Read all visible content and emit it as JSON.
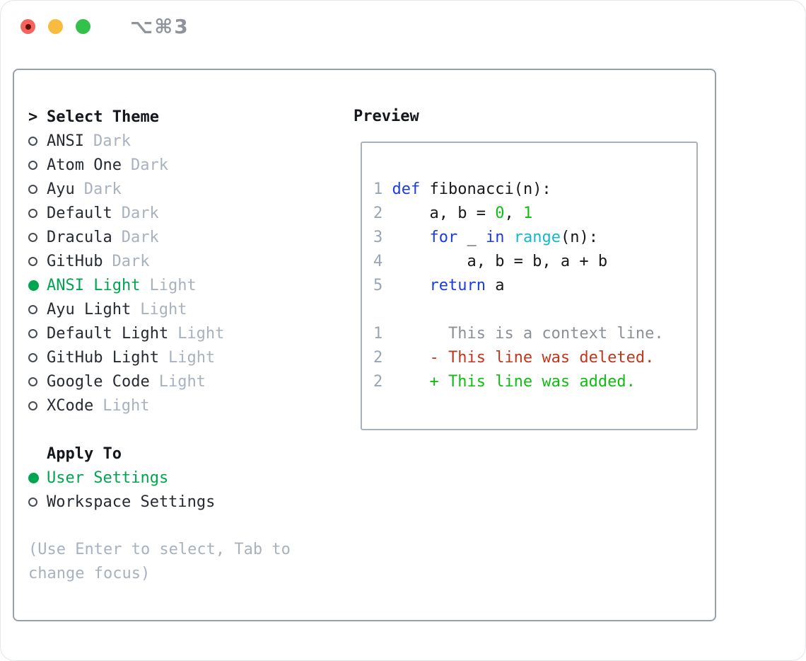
{
  "titlebar": {
    "shortcut": "⌥⌘3"
  },
  "palette": {
    "accent": "#00a550",
    "code-blue": "#1d3cdc",
    "code-cyan": "#15b8ce",
    "code-green": "#0fbe10",
    "code-red": "#c4361c",
    "gutter": "#9aa5b3",
    "context": "#8a9096",
    "muted": "#a8b2bf",
    "ink": "#16181c",
    "panel-border": "#97a1ac",
    "box-border": "#a9b0ba",
    "traffic-red": "#f4645c",
    "traffic-yellow": "#f7bc3f",
    "traffic-green": "#33c14b"
  },
  "theme_picker": {
    "prompt": ">",
    "title": "Select Theme",
    "items": [
      {
        "name": "ANSI",
        "variant": "Dark",
        "selected": false
      },
      {
        "name": "Atom One",
        "variant": "Dark",
        "selected": false
      },
      {
        "name": "Ayu",
        "variant": "Dark",
        "selected": false
      },
      {
        "name": "Default",
        "variant": "Dark",
        "selected": false
      },
      {
        "name": "Dracula",
        "variant": "Dark",
        "selected": false
      },
      {
        "name": "GitHub",
        "variant": "Dark",
        "selected": false
      },
      {
        "name": "ANSI Light",
        "variant": "Light",
        "selected": true
      },
      {
        "name": "Ayu Light",
        "variant": "Light",
        "selected": false
      },
      {
        "name": "Default Light",
        "variant": "Light",
        "selected": false
      },
      {
        "name": "GitHub Light",
        "variant": "Light",
        "selected": false
      },
      {
        "name": "Google Code",
        "variant": "Light",
        "selected": false
      },
      {
        "name": "XCode",
        "variant": "Light",
        "selected": false
      }
    ],
    "apply_to": {
      "title": "Apply To",
      "options": [
        {
          "label": "User Settings",
          "selected": true
        },
        {
          "label": "Workspace Settings",
          "selected": false
        }
      ]
    },
    "hint": "(Use Enter to select, Tab to change focus)"
  },
  "preview": {
    "title": "Preview",
    "lines": [
      {
        "tokens": [
          [
            "ln",
            "1 "
          ],
          [
            "kw",
            "def"
          ],
          [
            "plain",
            " fibonacci(n):"
          ]
        ]
      },
      {
        "tokens": [
          [
            "ln",
            "2 "
          ],
          [
            "plain",
            "    a, b = "
          ],
          [
            "num",
            "0"
          ],
          [
            "plain",
            ", "
          ],
          [
            "num",
            "1"
          ]
        ]
      },
      {
        "tokens": [
          [
            "ln",
            "3 "
          ],
          [
            "plain",
            "    "
          ],
          [
            "kw",
            "for"
          ],
          [
            "plain",
            " _ "
          ],
          [
            "kw",
            "in"
          ],
          [
            "plain",
            " "
          ],
          [
            "fn",
            "range"
          ],
          [
            "plain",
            "(n):"
          ]
        ]
      },
      {
        "tokens": [
          [
            "ln",
            "4 "
          ],
          [
            "plain",
            "        a, b = b, a + b"
          ]
        ]
      },
      {
        "tokens": [
          [
            "ln",
            "5 "
          ],
          [
            "plain",
            "    "
          ],
          [
            "kw",
            "return"
          ],
          [
            "plain",
            " a"
          ]
        ]
      },
      {
        "tokens": []
      },
      {
        "tokens": [
          [
            "ln",
            "1 "
          ],
          [
            "ctx",
            "      This is a context line."
          ]
        ]
      },
      {
        "tokens": [
          [
            "ln",
            "2 "
          ],
          [
            "del",
            "    - This line was deleted."
          ]
        ]
      },
      {
        "tokens": [
          [
            "ln",
            "2 "
          ],
          [
            "add",
            "    + This line was added."
          ]
        ]
      }
    ]
  }
}
